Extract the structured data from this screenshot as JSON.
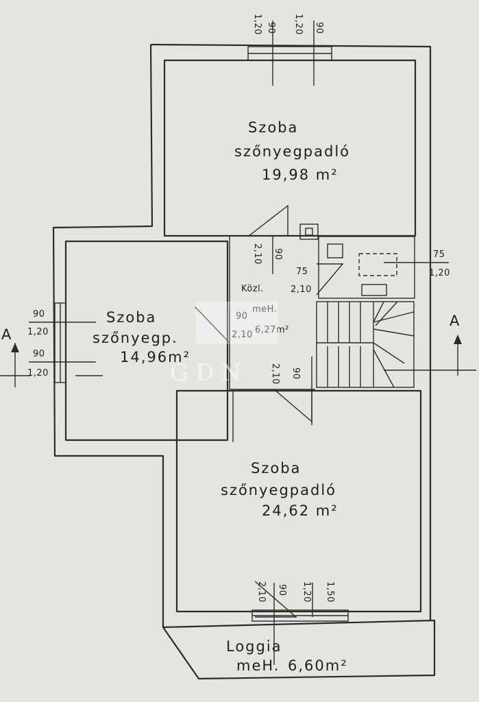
{
  "rooms": {
    "top": {
      "name": "Szoba",
      "floor": "szőnyegpadló",
      "area": "19,98 m²"
    },
    "left": {
      "name": "Szoba",
      "floor": "szőnyegp.",
      "area": "14,96m²"
    },
    "bottom": {
      "name": "Szoba",
      "floor": "szőnyegpadló",
      "area": "24,62 m²"
    },
    "hall": {
      "name": "Közl.",
      "floor": "meH.",
      "area": "6,27m²"
    },
    "loggia": {
      "name": "Loggia",
      "floor": "meH.",
      "area": "6,60m²"
    }
  },
  "dimensions": {
    "top_window_1": "1,20",
    "top_window_1b": "90",
    "top_window_2": "1,20",
    "top_window_2b": "90",
    "door_top_h": "2,10",
    "door_top_w": "90",
    "right_vent_w": "75",
    "right_vent_h": "1,20",
    "hall_door_w": "75",
    "hall_door_h": "2,10",
    "left_window_1_w": "90",
    "left_window_1_h": "1,20",
    "left_window_2_w": "90",
    "left_window_2_h": "1,20",
    "hall_left_door_w": "90",
    "hall_left_door_h": "2,10",
    "door_bottom_h": "2,10",
    "door_bottom_w": "90",
    "bottom_window_1": "2,10",
    "bottom_window_1b": "90",
    "bottom_window_2": "1,20",
    "bottom_window_2b": "1,50"
  },
  "section_marks": {
    "left": "A",
    "right": "A"
  },
  "watermark": {
    "logo": "GDN"
  },
  "colors": {
    "paper": "#e6e4e1",
    "ink": "#2a2a2a"
  }
}
